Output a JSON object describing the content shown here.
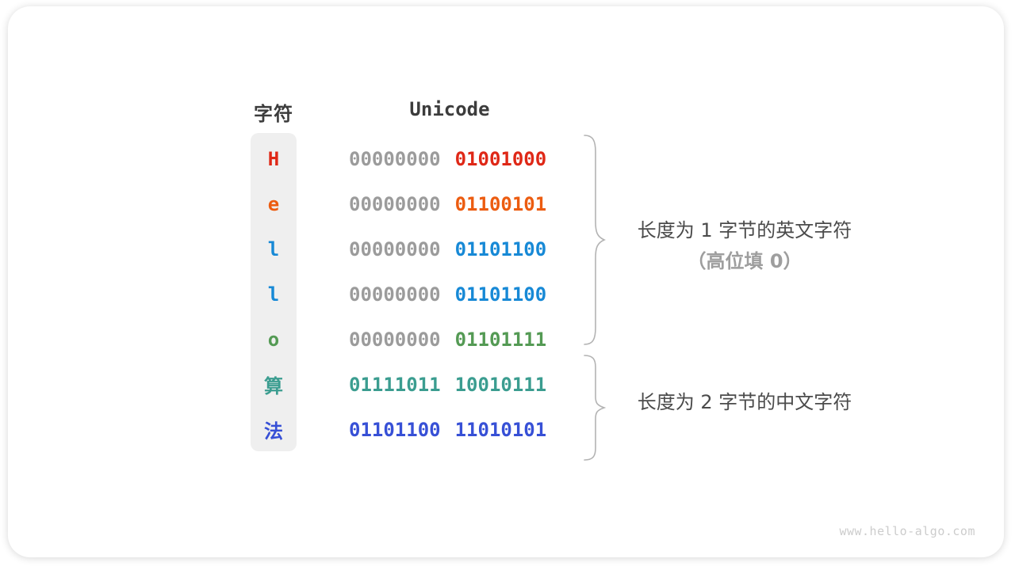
{
  "headers": {
    "char": "字符",
    "unicode": "Unicode"
  },
  "rows": [
    {
      "char": "H",
      "color": "#df2817",
      "byte1": "00000000",
      "byte2": "01001000",
      "byte1_muted": true
    },
    {
      "char": "e",
      "color": "#ec5c10",
      "byte1": "00000000",
      "byte2": "01100101",
      "byte1_muted": true
    },
    {
      "char": "l",
      "color": "#1789d6",
      "byte1": "00000000",
      "byte2": "01101100",
      "byte1_muted": true
    },
    {
      "char": "l",
      "color": "#1789d6",
      "byte1": "00000000",
      "byte2": "01101100",
      "byte1_muted": true
    },
    {
      "char": "o",
      "color": "#549a54",
      "byte1": "00000000",
      "byte2": "01101111",
      "byte1_muted": true
    },
    {
      "char": "算",
      "color": "#3b9d90",
      "byte1": "01111011",
      "byte2": "10010111",
      "byte1_muted": false
    },
    {
      "char": "法",
      "color": "#3750d6",
      "byte1": "01101100",
      "byte2": "11010101",
      "byte1_muted": false
    }
  ],
  "annotations": {
    "english": {
      "line1": "长度为 1 字节的英文字符",
      "line2": "（高位填 0）"
    },
    "chinese": {
      "line1": "长度为 2 字节的中文字符"
    }
  },
  "watermark": "www.hello-algo.com",
  "colors": {
    "muted_bits": "#9b9b9b",
    "header_text": "#3c3c3c",
    "annotation_text": "#4b4b4b",
    "annotation_sub_text": "#9e9e9e",
    "brace_stroke": "#b3b3b3",
    "char_column_bg": "#efefef",
    "watermark_text": "#cccccc"
  }
}
